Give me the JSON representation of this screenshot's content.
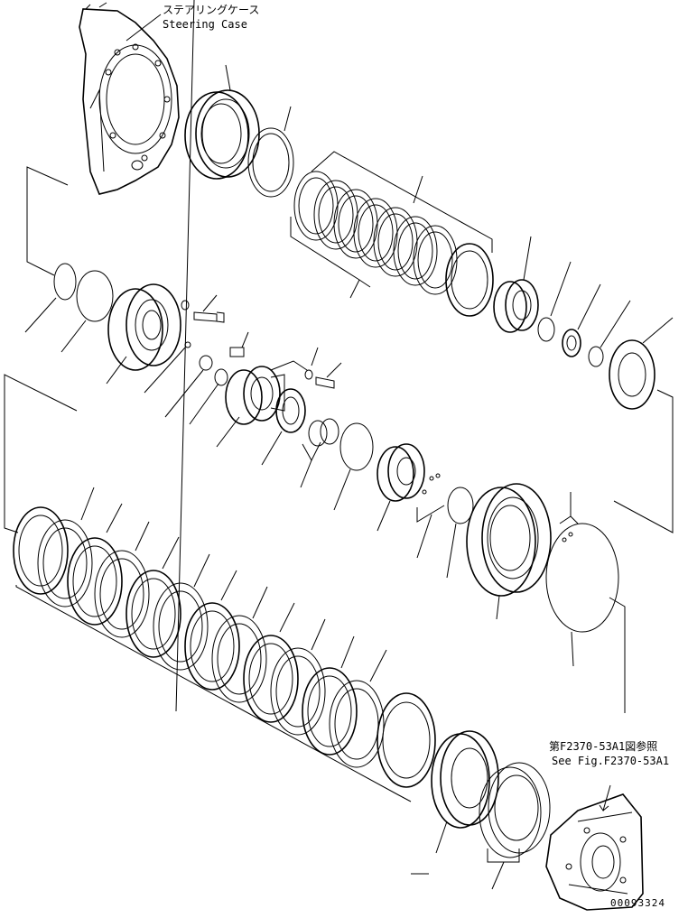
{
  "labels": {
    "steering_case_jp": "ステアリングケース",
    "steering_case_en": "Steering Case",
    "ref_jp": "第F2370-53A1図参照",
    "ref_en": "See Fig.F2370-53A1",
    "drawing_number": "00093324"
  },
  "colors": {
    "line": "#000000",
    "background": "#ffffff"
  }
}
